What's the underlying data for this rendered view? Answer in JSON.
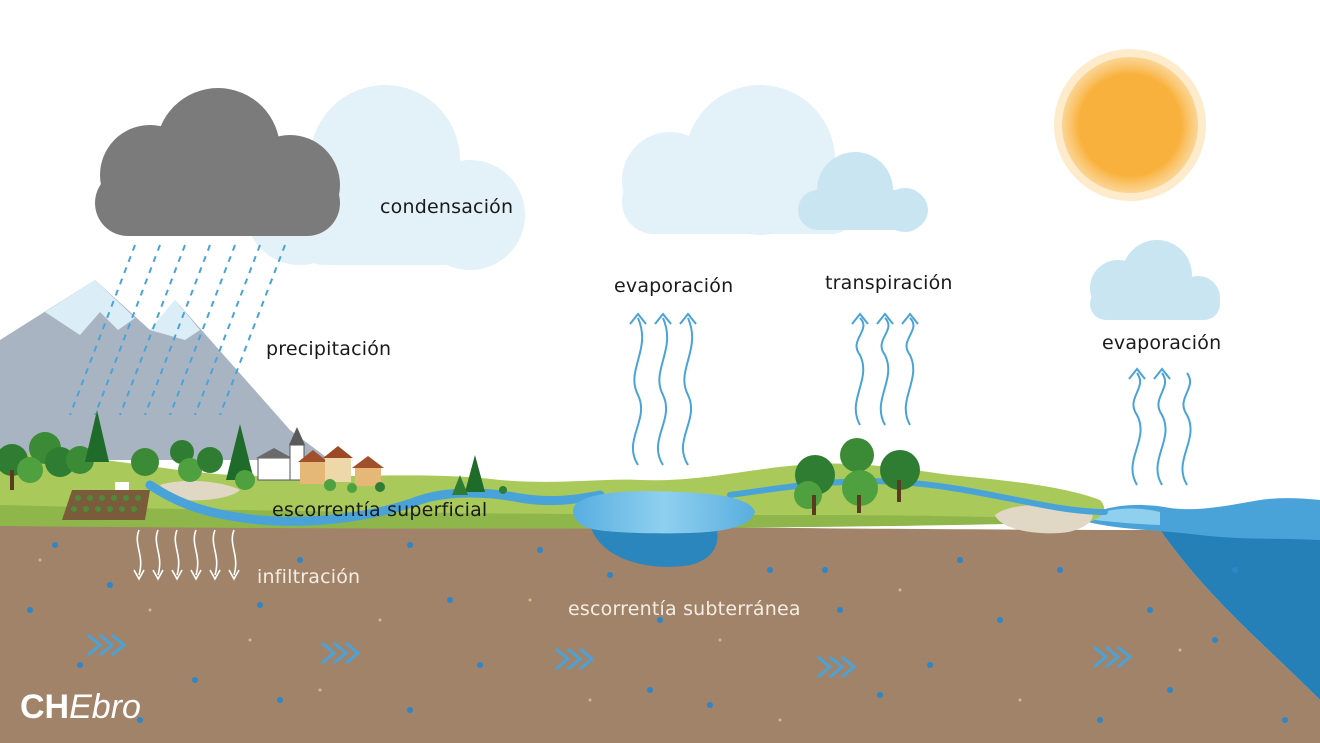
{
  "labels": {
    "condensation": "condensación",
    "precipitation": "precipitación",
    "evaporation_lake": "evaporación",
    "transpiration": "transpiración",
    "evaporation_sea": "evaporación",
    "surface_runoff": "escorrentía superficial",
    "infiltration": "infiltración",
    "groundwater_flow": "escorrentía subterránea"
  },
  "logo": {
    "part1": "CH",
    "part2": "Ebro"
  },
  "colors": {
    "sky": "#ffffff",
    "rain_cloud": "#7b7b7b",
    "light_cloud": "#e3f1f8",
    "blue_cloud": "#c9e5f2",
    "sun": "#f9b13d",
    "mountain": "#a9b4c2",
    "snow": "#dbeef7",
    "grass": "#a9c95a",
    "soil": "#a08368",
    "water": "#4aa3d8",
    "deep_sea": "#2480b7",
    "sand": "#e1d7c5",
    "arrow": "#4aa3d8",
    "tree_dark": "#2f7d33",
    "tree_light": "#4fa03f"
  },
  "icons": [
    "rain-cloud-icon",
    "sun-icon",
    "tree-icon",
    "house-icon",
    "church-icon",
    "chevron-right-icon"
  ]
}
